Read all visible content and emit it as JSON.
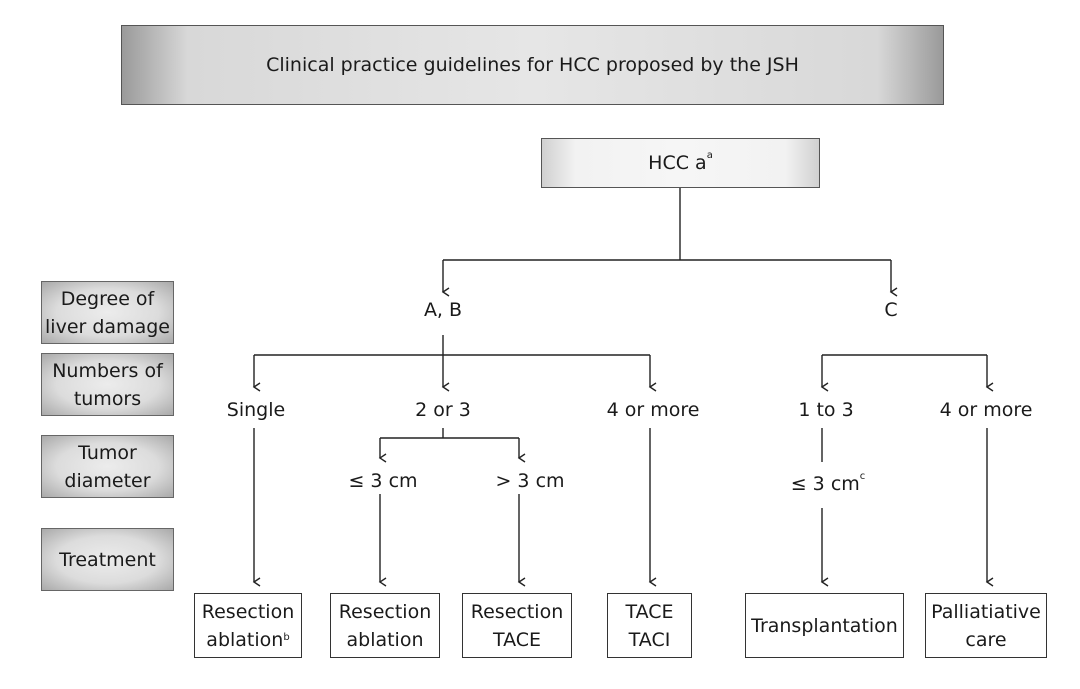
{
  "title": "Clinical practice guidelines for HCC proposed by the JSH",
  "root": {
    "text": "HCC a",
    "sup": "a"
  },
  "rows": {
    "degree": [
      "Degree of",
      "liver damage"
    ],
    "numbers": [
      "Numbers of",
      "tumors"
    ],
    "diameter": [
      "Tumor",
      "diameter"
    ],
    "treatment": "Treatment"
  },
  "grades": {
    "ab": "A, B",
    "c": "C"
  },
  "counts": {
    "single": "Single",
    "two_three": "2 or 3",
    "four_more_ab": "4 or more",
    "one_three": "1 to 3",
    "four_more_c": "4 or more"
  },
  "diameters": {
    "le3": "≤ 3 cm",
    "gt3": "> 3 cm",
    "le3c": "≤ 3 cm",
    "le3c_sup": "c"
  },
  "treatments": {
    "t1": [
      "Resection",
      "ablation"
    ],
    "t1_sup": "b",
    "t2": [
      "Resection",
      "ablation"
    ],
    "t3": [
      "Resection",
      "TACE"
    ],
    "t4": [
      "TACE",
      "TACI"
    ],
    "t5": "Transplantation",
    "t6": [
      "Palliatiative",
      "care"
    ]
  }
}
